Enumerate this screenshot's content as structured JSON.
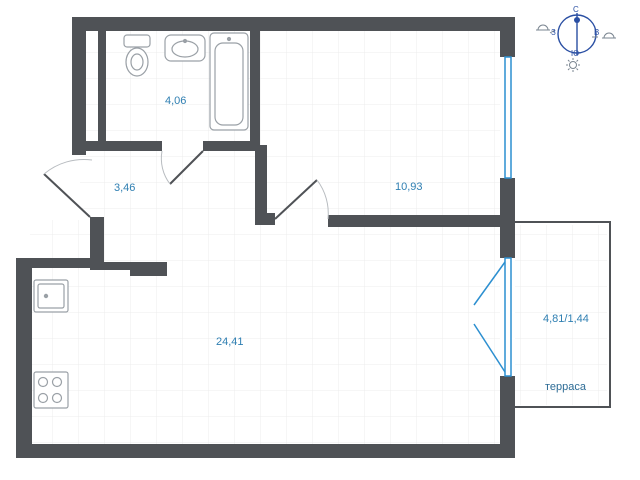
{
  "rooms": {
    "bathroom": {
      "area": "4,06"
    },
    "hall": {
      "area": "3,46"
    },
    "bedroom": {
      "area": "10,93"
    },
    "living": {
      "area": "24,41"
    },
    "terrace": {
      "area": "4,81/1,44",
      "name": "терраса"
    }
  },
  "compass": {
    "north": "С",
    "south": "Ю",
    "west": "З",
    "east": "В"
  },
  "colors": {
    "wall": "#4f5256",
    "grid": "#ececec",
    "text_area": "#2f7fb2",
    "window": "#2c8fd0",
    "compass": "#2a4fa3",
    "fixture_line": "#9aa0a6"
  },
  "icons": {
    "compass": "compass-icon",
    "sun": "sun-icon"
  }
}
